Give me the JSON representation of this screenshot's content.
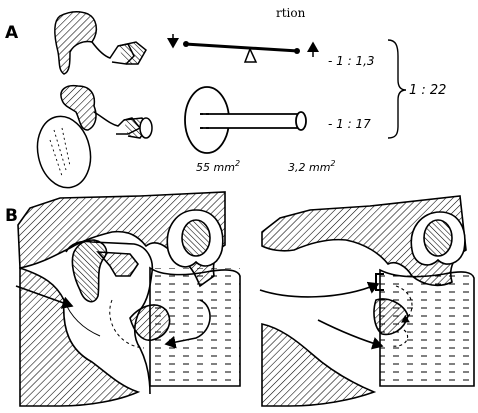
{
  "header_fragment": "rtion",
  "panels": {
    "a": "A",
    "b": "B"
  },
  "panel_a": {
    "lever_ratio": "- 1 : 1,3",
    "area_ratio": "- 1 : 17",
    "total_ratio": "1 : 22",
    "area_large": "55 mm",
    "area_small": "3,2 mm",
    "area_exponent": "2"
  }
}
